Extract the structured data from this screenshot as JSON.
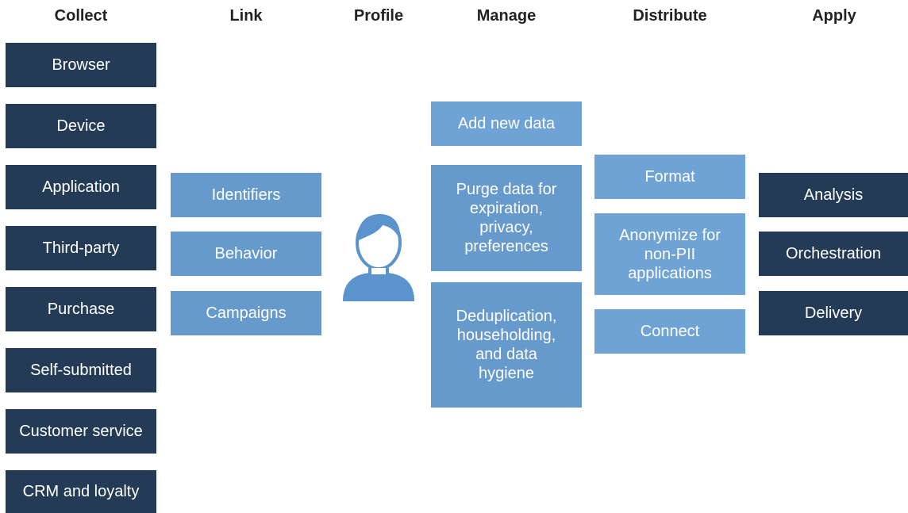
{
  "headers": {
    "collect": "Collect",
    "link": "Link",
    "profile": "Profile",
    "manage": "Manage",
    "distribute": "Distribute",
    "apply": "Apply"
  },
  "collect": [
    "Browser",
    "Device",
    "Application",
    "Third-party",
    "Purchase",
    "Self-submitted",
    "Customer service",
    "CRM and loyalty"
  ],
  "link": [
    "Identifiers",
    "Behavior",
    "Campaigns"
  ],
  "manage": [
    "Add new data",
    "Purge data for\nexpiration,\nprivacy,\npreferences",
    "Deduplication,\nhouseholding,\nand data\nhygiene"
  ],
  "distribute": [
    "Format",
    "Anonymize for\nnon-PII\napplications",
    "Connect"
  ],
  "apply": [
    "Analysis",
    "Orchestration",
    "Delivery"
  ],
  "profile_icon": "person-icon",
  "colors": {
    "dark": "#243b55",
    "mid": "#6699cc",
    "light": "#6fa3d6",
    "icon": "#5b93cc"
  }
}
